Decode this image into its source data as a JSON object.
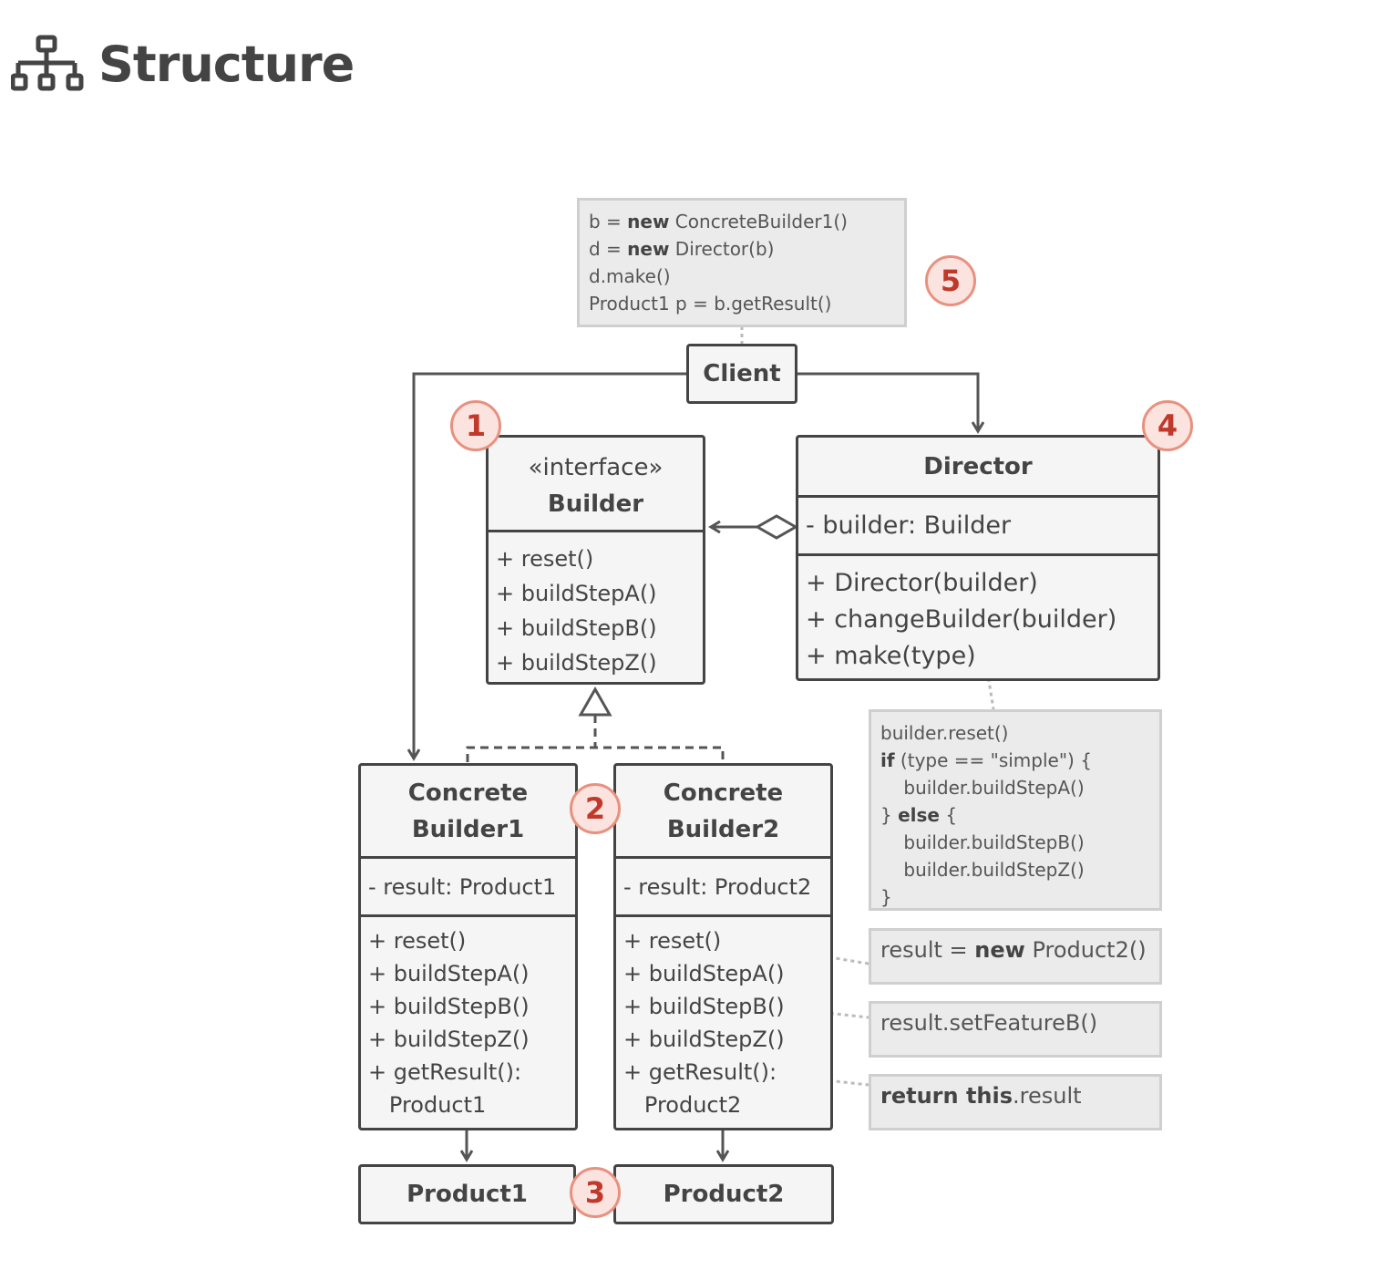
{
  "header": {
    "title": "Structure"
  },
  "client": {
    "name": "Client"
  },
  "builder": {
    "stereotype": "«interface»",
    "name": "Builder",
    "methods": [
      "+ reset()",
      "+ buildStepA()",
      "+ buildStepB()",
      "+ buildStepZ()"
    ]
  },
  "director": {
    "name": "Director",
    "fields": [
      "- builder: Builder"
    ],
    "methods": [
      "+ Director(builder)",
      "+ changeBuilder(builder)",
      "+ make(type)"
    ]
  },
  "cb1": {
    "name_line1": "Concrete",
    "name_line2": "Builder1",
    "fields": [
      "- result: Product1"
    ],
    "methods": [
      "+ reset()",
      "+ buildStepA()",
      "+ buildStepB()",
      "+ buildStepZ()",
      "+ getResult():",
      "   Product1"
    ]
  },
  "cb2": {
    "name_line1": "Concrete",
    "name_line2": "Builder2",
    "fields": [
      "- result: Product2"
    ],
    "methods": [
      "+ reset()",
      "+ buildStepA()",
      "+ buildStepB()",
      "+ buildStepZ()",
      "+ getResult():",
      "   Product2"
    ]
  },
  "product1": {
    "name": "Product1"
  },
  "product2": {
    "name": "Product2"
  },
  "notes": {
    "client_code": [
      {
        "pre": "b = ",
        "kw": "new",
        "post": " ConcreteBuilder1()"
      },
      {
        "pre": "d = ",
        "kw": "new",
        "post": " Director(b)"
      },
      {
        "pre": "d.make()",
        "kw": "",
        "post": ""
      },
      {
        "pre": "Product1 p = b.getResult()",
        "kw": "",
        "post": ""
      }
    ],
    "make_code": [
      {
        "pre": "builder.reset()",
        "kw": "",
        "post": ""
      },
      {
        "pre": "",
        "kw": "if",
        "post": " (type == \"simple\") {"
      },
      {
        "pre": "    builder.buildStepA()",
        "kw": "",
        "post": ""
      },
      {
        "pre": "} ",
        "kw": "else",
        "post": " {"
      },
      {
        "pre": "    builder.buildStepB()",
        "kw": "",
        "post": ""
      },
      {
        "pre": "    builder.buildStepZ()",
        "kw": "",
        "post": ""
      },
      {
        "pre": "}",
        "kw": "",
        "post": ""
      }
    ],
    "reset_code": {
      "pre": "result = ",
      "kw": "new",
      "post": " Product2()"
    },
    "stepb_code": {
      "pre": "result.setFeatureB()",
      "kw": "",
      "post": ""
    },
    "result_code": {
      "pre": "",
      "kw": "return this",
      "post": ".result"
    }
  },
  "badges": [
    "1",
    "2",
    "3",
    "4",
    "5"
  ],
  "colors": {
    "line": "#555555",
    "box_border": "#444444",
    "box_fill": "#f5f5f5",
    "note_fill": "#ebebeb",
    "badge_fill": "#fbe3df",
    "badge_text": "#c0392b",
    "badge_border": "#e8917f"
  }
}
